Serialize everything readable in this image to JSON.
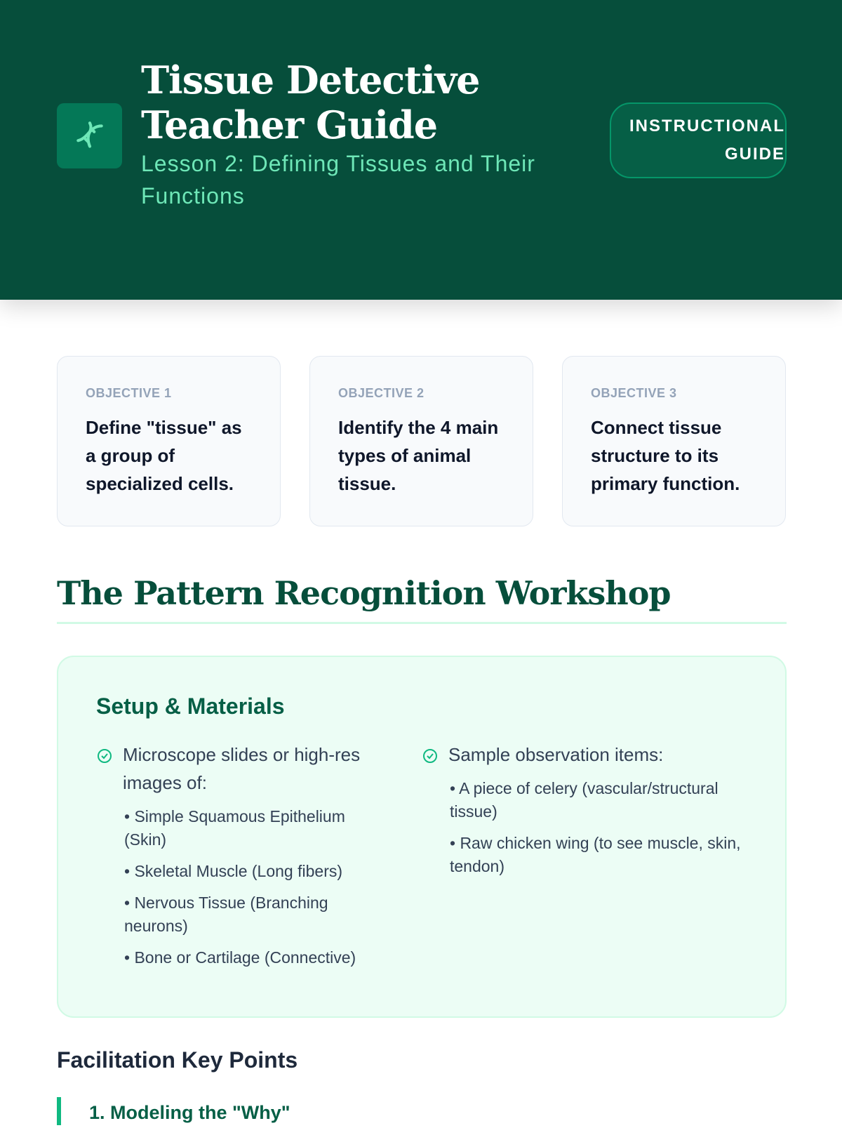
{
  "header": {
    "title_line1": "Tissue Detective",
    "title_line2": "Teacher Guide",
    "subtitle": "Lesson 2: Defining Tissues and Their Functions",
    "badge": "INSTRUCTIONAL GUIDE",
    "logo_icon": "dna-icon"
  },
  "objectives": [
    {
      "label": "OBJECTIVE 1",
      "text": "Define \"tissue\" as a group of specialized cells."
    },
    {
      "label": "OBJECTIVE 2",
      "text": "Identify the 4 main types of animal tissue."
    },
    {
      "label": "OBJECTIVE 3",
      "text": "Connect tissue structure to its primary function."
    }
  ],
  "section_title": "The Pattern Recognition Workshop",
  "setup": {
    "title": "Setup & Materials",
    "col1": {
      "item": "Microscope slides or high-res images of:",
      "subs": [
        "• Simple Squamous Epithelium (Skin)",
        "• Skeletal Muscle (Long fibers)",
        "• Nervous Tissue (Branching neurons)",
        "• Bone or Cartilage (Connective)"
      ]
    },
    "col2": {
      "item": "Sample observation items:",
      "subs": [
        "• A piece of celery (vascular/structural tissue)",
        "• Raw chicken wing (to see muscle, skin, tendon)"
      ]
    }
  },
  "key_points": {
    "title": "Facilitation Key Points",
    "first": "1. Modeling the \"Why\""
  }
}
